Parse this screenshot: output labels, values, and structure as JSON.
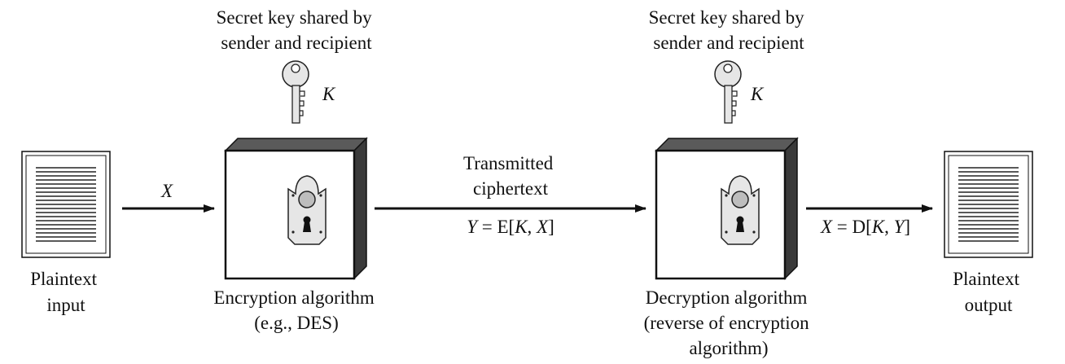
{
  "key_label_left": [
    "Secret key shared by",
    "sender and recipient"
  ],
  "key_label_right": [
    "Secret key shared by",
    "sender and recipient"
  ],
  "key_symbol": "K",
  "plaintext_input": [
    "Plaintext",
    "input"
  ],
  "plaintext_output": [
    "Plaintext",
    "output"
  ],
  "input_arrow_label": "X",
  "encryption": [
    "Encryption algorithm",
    "(e.g., DES)"
  ],
  "decryption": [
    "Decryption algorithm",
    "(reverse of encryption",
    "algorithm)"
  ],
  "transmitted": [
    "Transmitted",
    "ciphertext"
  ],
  "cipher_formula": {
    "lhs": "Y",
    "eq": " = E[",
    "k": "K",
    "comma": ", ",
    "x": "X",
    "close": "]"
  },
  "output_formula": {
    "lhs": "X",
    "eq": " = D[",
    "k": "K",
    "comma": ", ",
    "y": "Y",
    "close": "]"
  },
  "icons": [
    "document-icon",
    "key-icon",
    "lock-icon",
    "arrow-right-icon"
  ]
}
